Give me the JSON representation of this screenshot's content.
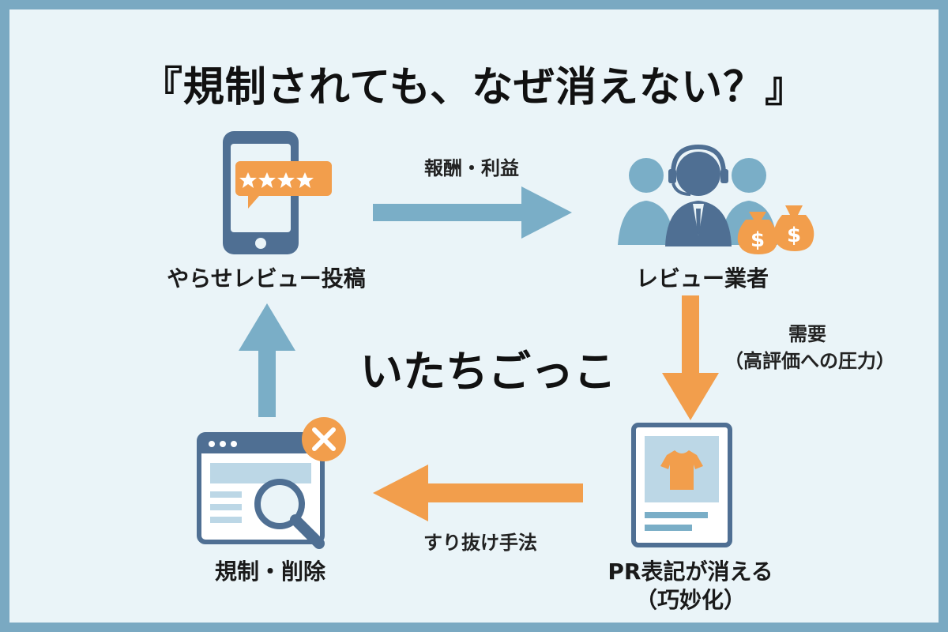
{
  "title": "『規制されても、なぜ消えない？』",
  "center_text": "いたちごっこ",
  "nodes": {
    "review_post": "やらせレビュー投稿",
    "review_agency": "レビュー業者",
    "pr_hidden_line1": "PR表記が消える",
    "pr_hidden_line2": "（巧妙化）",
    "regulation": "規制・削除"
  },
  "arrows": {
    "reward": "報酬・利益",
    "demand_line1": "需要",
    "demand_line2": "（高評価への圧力）",
    "loophole": "すり抜け手法"
  },
  "colors": {
    "blue": "#7aaec7",
    "navy": "#4f6f93",
    "orange": "#f29e4c",
    "background": "#eaf4f8",
    "border": "#7aa9c2"
  }
}
